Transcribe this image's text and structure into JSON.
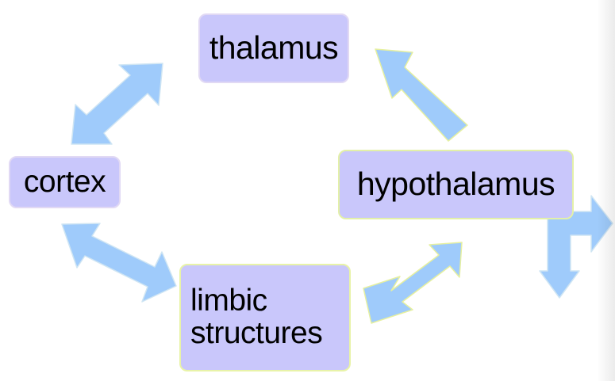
{
  "diagram": {
    "nodes": {
      "thalamus": {
        "label": "thalamus"
      },
      "cortex": {
        "label": "cortex"
      },
      "hypothalamus": {
        "label": "hypothalamus"
      },
      "limbic_structures": {
        "line1": "limbic",
        "line2": "structures"
      }
    },
    "edges": [
      {
        "from": "cortex",
        "to": "thalamus",
        "direction": "bidirectional"
      },
      {
        "from": "cortex",
        "to": "limbic_structures",
        "direction": "bidirectional"
      },
      {
        "from": "limbic_structures",
        "to": "hypothalamus",
        "direction": "bidirectional"
      },
      {
        "from": "hypothalamus",
        "to": "thalamus",
        "direction": "one-way"
      },
      {
        "from": "hypothalamus",
        "to": "off-page",
        "direction": "branching"
      }
    ],
    "colors": {
      "node_fill": "#c9c7fb",
      "arrow_fill": "#9fcbfb",
      "background": "#ffffff",
      "text": "#000000"
    }
  }
}
